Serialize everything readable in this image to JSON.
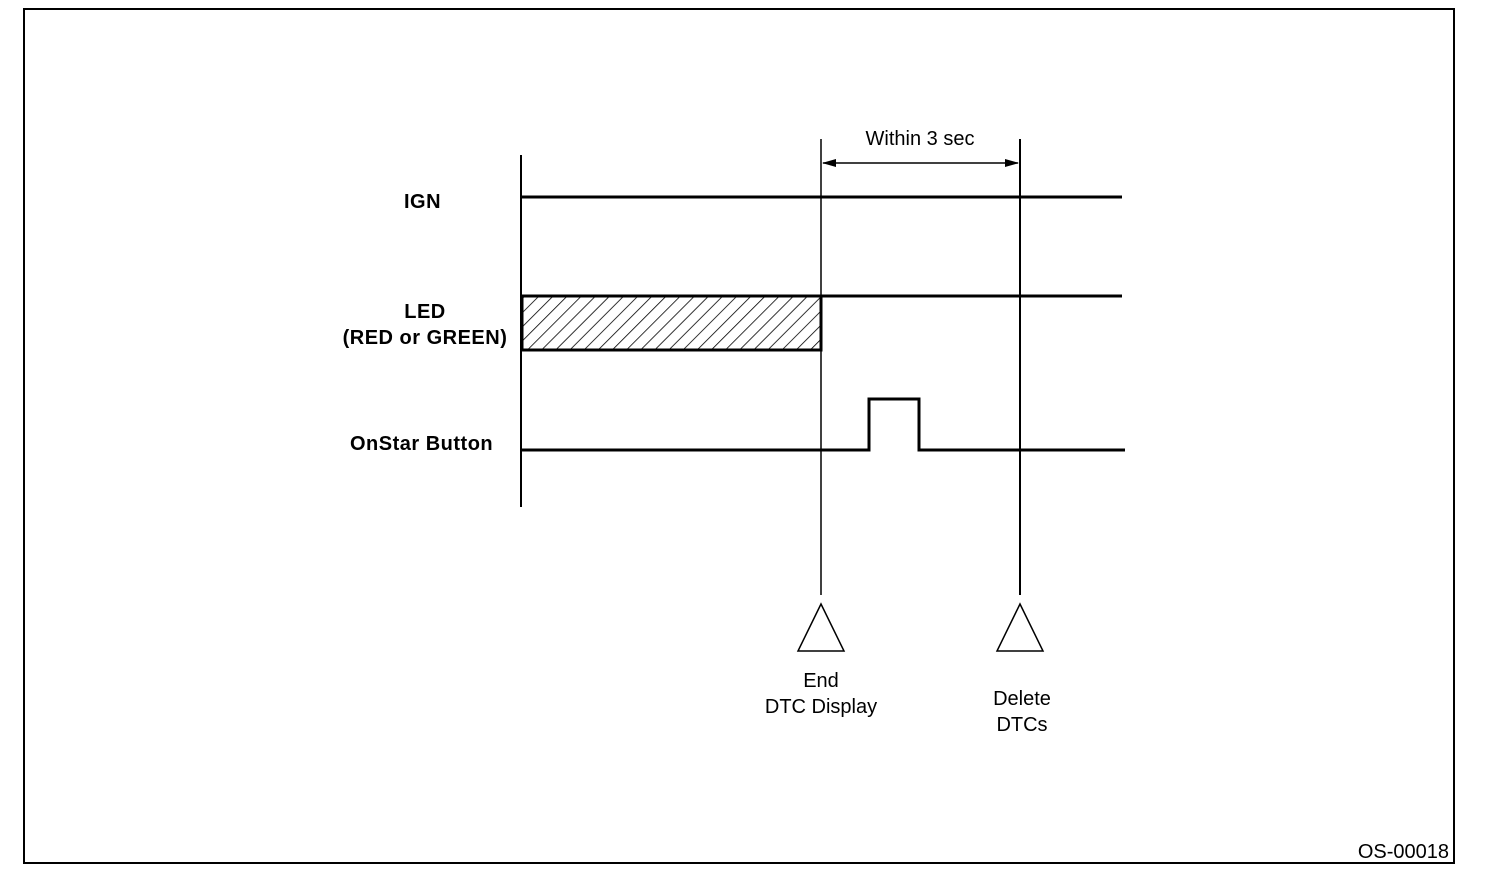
{
  "signals": {
    "ign": "IGN",
    "led_line1": "LED",
    "led_line2": "(RED or GREEN)",
    "onstar": "OnStar Button"
  },
  "interval": {
    "label": "Within 3 sec"
  },
  "markers": {
    "end_line1": "End",
    "end_line2": "DTC Display",
    "delete_line1": "Delete",
    "delete_line2": "DTCs"
  },
  "figure_id": "OS-00018"
}
